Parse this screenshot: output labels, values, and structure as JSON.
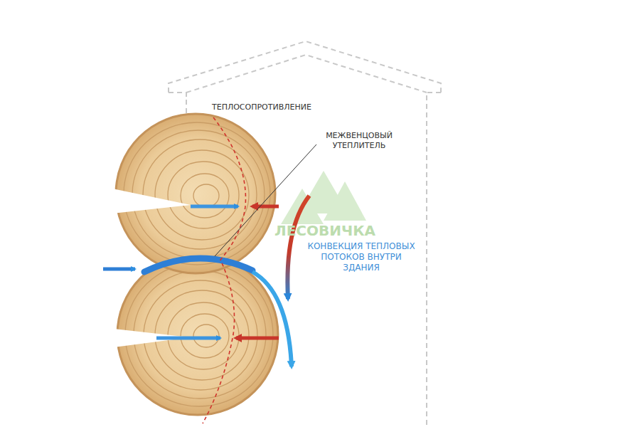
{
  "diagram": {
    "labels": [
      "ТЕПЛОСОПРОТИВЛЕНИЕ",
      "МЕЖВЕНЦОВЫЙ УТЕПЛИТЕЛЬ",
      "ЛЕСОВИЧКА",
      "КОНВЕКЦИЯ ТЕПЛОВЫХ ПОТОКОВ ВНУТРИ ЗДАНИЯ"
    ]
  }
}
